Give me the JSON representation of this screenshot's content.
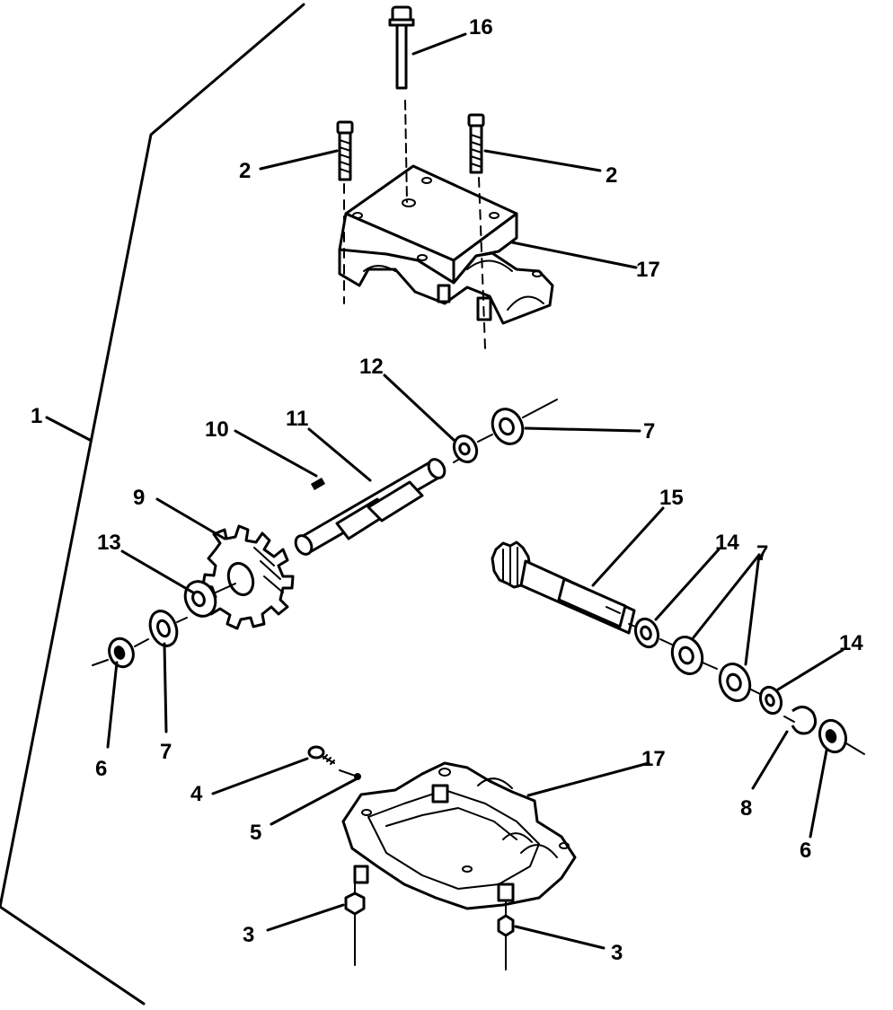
{
  "callouts": [
    {
      "id": "c16",
      "text": "16"
    },
    {
      "id": "c2a",
      "text": "2"
    },
    {
      "id": "c2b",
      "text": "2"
    },
    {
      "id": "c17a",
      "text": "17"
    },
    {
      "id": "c12",
      "text": "12"
    },
    {
      "id": "c1",
      "text": "1"
    },
    {
      "id": "c10",
      "text": "10"
    },
    {
      "id": "c11",
      "text": "11"
    },
    {
      "id": "c7a",
      "text": "7"
    },
    {
      "id": "c9",
      "text": "9"
    },
    {
      "id": "c15",
      "text": "15"
    },
    {
      "id": "c13",
      "text": "13"
    },
    {
      "id": "c14a",
      "text": "14"
    },
    {
      "id": "c7b",
      "text": "7"
    },
    {
      "id": "c14b",
      "text": "14"
    },
    {
      "id": "c6a",
      "text": "6"
    },
    {
      "id": "c7c",
      "text": "7"
    },
    {
      "id": "c17b",
      "text": "17"
    },
    {
      "id": "c4",
      "text": "4"
    },
    {
      "id": "c8",
      "text": "8"
    },
    {
      "id": "c5",
      "text": "5"
    },
    {
      "id": "c6b",
      "text": "6"
    },
    {
      "id": "c3a",
      "text": "3"
    },
    {
      "id": "c3b",
      "text": "3"
    }
  ]
}
